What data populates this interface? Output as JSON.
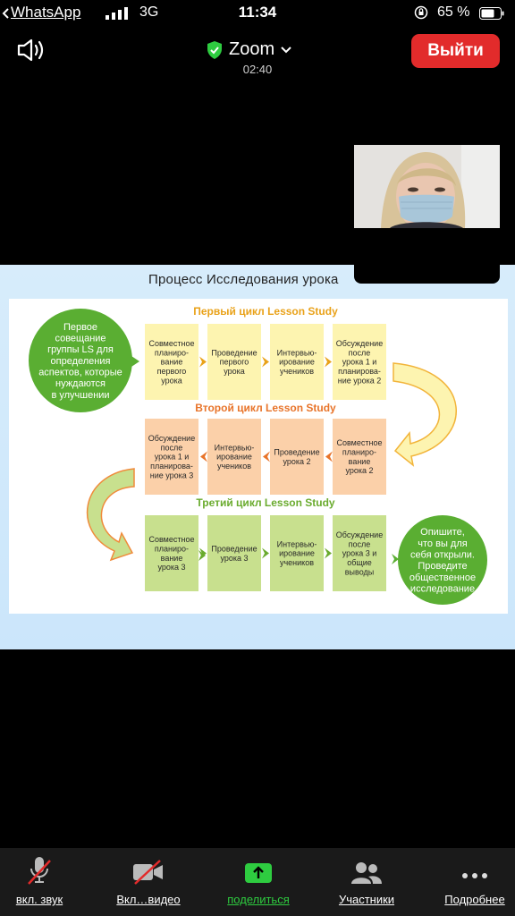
{
  "status_bar": {
    "back_app": "WhatsApp",
    "network": "3G",
    "time": "11:34",
    "battery_pct": "65 %"
  },
  "header": {
    "title": "Zoom",
    "elapsed": "02:40",
    "leave_label": "Выйти",
    "shield_color": "#2ecc40",
    "leave_color": "#e22b2b"
  },
  "slide": {
    "title": "Процесс Исследования урока",
    "start_circle": [
      "Первое",
      "совещание",
      "группы LS для",
      "определения",
      "аспектов, которые",
      "нуждаются",
      "в улучшении"
    ],
    "end_circle": [
      "Опишите,",
      "что вы для",
      "себя открыли.",
      "Проведите",
      "общественное",
      "исследование"
    ],
    "cycles": [
      {
        "title": "Первый цикл Lesson Study",
        "boxes": [
          [
            "Совместное",
            "планиро-",
            "вание",
            "первого",
            "урока"
          ],
          [
            "Проведение",
            "первого",
            "урока"
          ],
          [
            "Интервью-",
            "ирование",
            "учеников"
          ],
          [
            "Обсуждение",
            "после",
            "урока 1 и",
            "планирова-",
            "ние урока 2"
          ]
        ]
      },
      {
        "title": "Второй цикл Lesson Study",
        "boxes": [
          [
            "Обсуждение",
            "после",
            "урока 1 и",
            "планирова-",
            "ние урока 3"
          ],
          [
            "Интервью-",
            "ирование",
            "учеников"
          ],
          [
            "Проведение",
            "урока 2"
          ],
          [
            "Совместное",
            "планиро-",
            "вание",
            "урока 2"
          ]
        ]
      },
      {
        "title": "Третий цикл Lesson Study",
        "boxes": [
          [
            "Совместное",
            "планиро-",
            "вание",
            "урока 3"
          ],
          [
            "Проведение",
            "урока 3"
          ],
          [
            "Интервью-",
            "ирование",
            "учеников"
          ],
          [
            "Обсуждение",
            "после",
            "урока 3 и",
            "общие",
            "выводы"
          ]
        ]
      }
    ],
    "colors": {
      "cycle1_title": "#e9a21a",
      "cycle1_box": "#fdf4b0",
      "cycle2_title": "#e8742a",
      "cycle2_box": "#fbd0a9",
      "cycle3_title": "#6aab2e",
      "cycle3_box": "#c8e08e",
      "circle": "#5aae32"
    }
  },
  "toolbar": {
    "items": [
      {
        "label": "вкл. звук",
        "icon": "microphone-muted-icon"
      },
      {
        "label": "Вкл…видео",
        "icon": "video-camera-off-icon"
      },
      {
        "label": "поделиться",
        "icon": "share-screen-icon"
      },
      {
        "label": "Участники",
        "icon": "participants-icon"
      },
      {
        "label": "Подробнее",
        "icon": "more-dots-icon"
      }
    ]
  }
}
